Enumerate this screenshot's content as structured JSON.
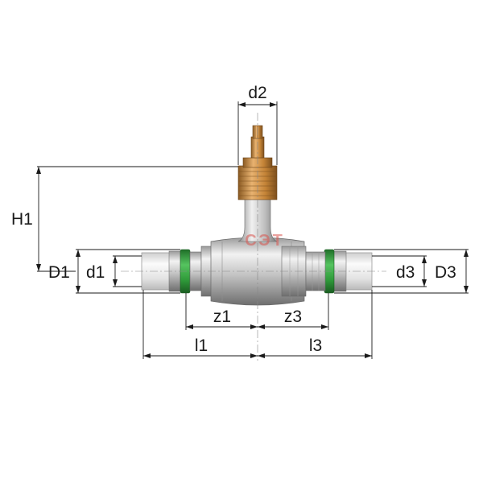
{
  "dimensions": {
    "d2": "d2",
    "H1": "H1",
    "D1": "D1",
    "d1": "d1",
    "d3": "d3",
    "D3": "D3",
    "z1": "z1",
    "z3": "z3",
    "l1": "l1",
    "l3": "l3"
  },
  "watermark": "СЭТ",
  "colors": {
    "steel": "#c9c9c9",
    "brass": "#c9893a",
    "green_ring": "#2f9a3a",
    "pipe": "#e6e6e6",
    "watermark": "#d9534f"
  },
  "icons": {
    "valve": "ball-valve-icon"
  }
}
